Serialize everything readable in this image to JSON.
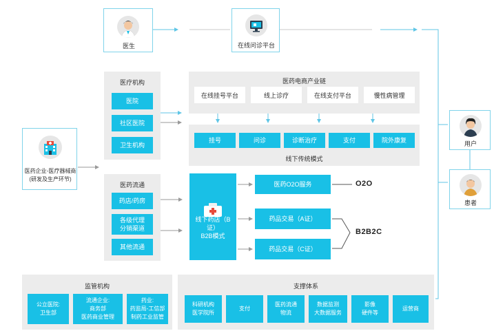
{
  "top": {
    "doctor_label": "医生",
    "platform_label": "在线问诊平台"
  },
  "manufacturer": {
    "label_line1": "医药企业-医疗器械商",
    "label_line2": "(研发及生产环节)"
  },
  "medical_institutions": {
    "title": "医疗机构",
    "items": [
      "医院",
      "社区医院",
      "卫生机构"
    ]
  },
  "distribution": {
    "title": "医药流通",
    "items": [
      "药店/药房",
      "各级代理\n分销渠道",
      "其他流通"
    ]
  },
  "ecommerce_chain": {
    "title": "医药电商产业链",
    "items": [
      "在线挂号平台",
      "线上诊疗",
      "在线支付平台",
      "慢性病管理"
    ]
  },
  "offline_mode": {
    "title": "线下传统模式",
    "items": [
      "挂号",
      "问诊",
      "诊断治疗",
      "支付",
      "院外康复"
    ]
  },
  "pharmacy": {
    "label": "线下药店（B证）\nB2B模式"
  },
  "services": {
    "o2o": "医药O2O服务",
    "trade_a": "药品交易（A证）",
    "trade_c": "药品交易（C证）",
    "o2o_tag": "O2O",
    "b2b2c_tag": "B2B2C"
  },
  "right": {
    "user_label": "用户",
    "patient_label": "患者"
  },
  "regulators": {
    "title": "监管机构",
    "items": [
      "公立医院:\n卫生部",
      "流通企业:\n商务部\n医药商业管理",
      "药业:\n药监局-工信部\n制药工业监管"
    ]
  },
  "support": {
    "title": "支撑体系",
    "items": [
      "科研机构\n医学院所",
      "支付",
      "医药流通\n物流",
      "数据监测\n大数据服务",
      "影像\n硬件等",
      "运营商"
    ]
  },
  "colors": {
    "accent": "#19c0e6",
    "panel": "#ececec",
    "line": "#b8b8b8",
    "arrow": "#5fc6e6"
  }
}
